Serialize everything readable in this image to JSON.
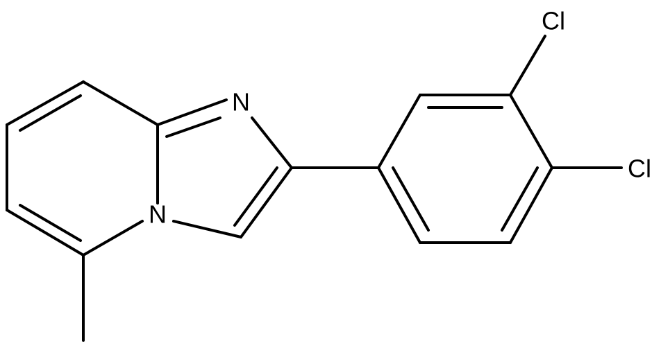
{
  "molecule": {
    "atoms": {
      "imidazole_n": "N",
      "bridgehead_n": "N",
      "chlorine_top": "Cl",
      "chlorine_right": "Cl"
    }
  },
  "colors": {
    "background": "#ffffff",
    "bond": "#000000",
    "label": "#000000"
  }
}
